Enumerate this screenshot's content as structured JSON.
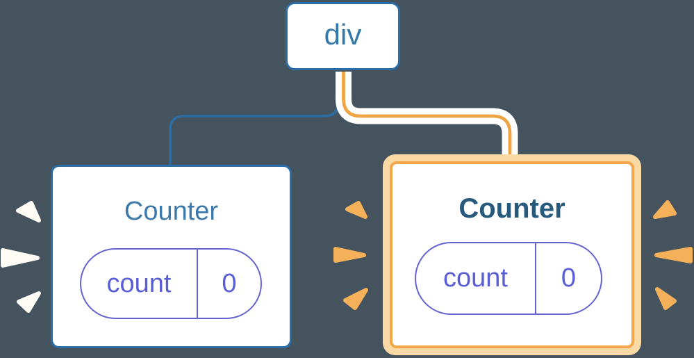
{
  "diagram": {
    "description": "React component tree illustration: a div parent renders two Counter children; the right Counter is highlighted with state sparks",
    "root": {
      "label": "div"
    },
    "children": [
      {
        "title": "Counter",
        "state_key": "count",
        "state_value": "0",
        "highlighted": false
      },
      {
        "title": "Counter",
        "state_key": "count",
        "state_value": "0",
        "highlighted": true
      }
    ],
    "edges": [
      {
        "from": "div",
        "to": "left Counter",
        "style": "plain-blue"
      },
      {
        "from": "div",
        "to": "right Counter",
        "style": "orange-with-white-casing"
      }
    ],
    "sparks": {
      "left_card": {
        "count": 3,
        "color": "#FFFCF6",
        "side": "left"
      },
      "right_card": {
        "count": 6,
        "color": "#F5B05A",
        "sides": "left and right"
      }
    }
  },
  "colors": {
    "background": "#44535E",
    "node_border_blue": "#2B6DA6",
    "edge_blue": "#2E6DA3",
    "root_label_blue": "#3478A9",
    "title_blue": "#3B79AB",
    "title_highlighted": "#26597B",
    "pill_indigo_border": "#6463D0",
    "pill_indigo_text": "#5A5ED6",
    "highlight_orange": "#F4A74A",
    "highlight_pale_orange": "#F9D9A4",
    "edge_orange_core": "#F0A544",
    "edge_white_casing": "#FFFFFF",
    "card_background": "#FFFFFF"
  }
}
